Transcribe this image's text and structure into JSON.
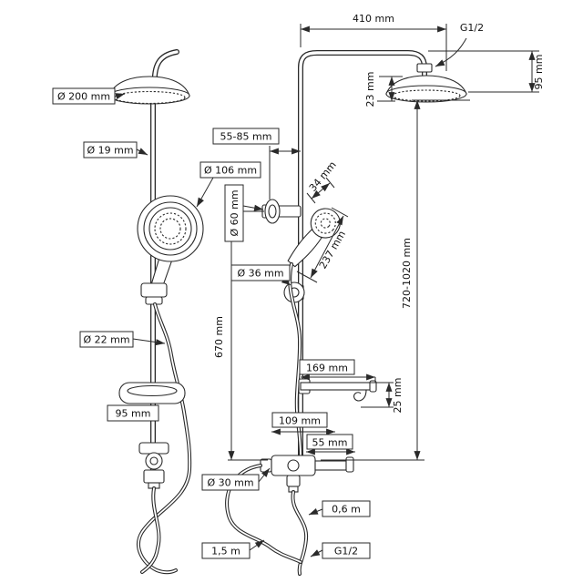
{
  "diagram": {
    "labels": {
      "dim410": "410 mm",
      "g12_top": "G1/2",
      "dim95_right": "95 mm",
      "dim23": "23 mm",
      "dia200": "Ø 200 mm",
      "dim5585": "55-85 mm",
      "dia19": "Ø 19 mm",
      "dia106": "Ø 106 mm",
      "dim34": "34 mm",
      "dia60": "Ø 60 mm",
      "dim237": "237 mm",
      "dia36": "Ø 36 mm",
      "dim670": "670 mm",
      "dim720_1020": "720-1020 mm",
      "dim169": "169 mm",
      "dim25": "25 mm",
      "dia22": "Ø 22 mm",
      "dim95_left": "95 mm",
      "dim109": "109 mm",
      "dim55": "55 mm",
      "dia30": "Ø 30 mm",
      "len06": "0,6 m",
      "len15": "1,5 m",
      "g12_bottom": "G1/2"
    }
  }
}
